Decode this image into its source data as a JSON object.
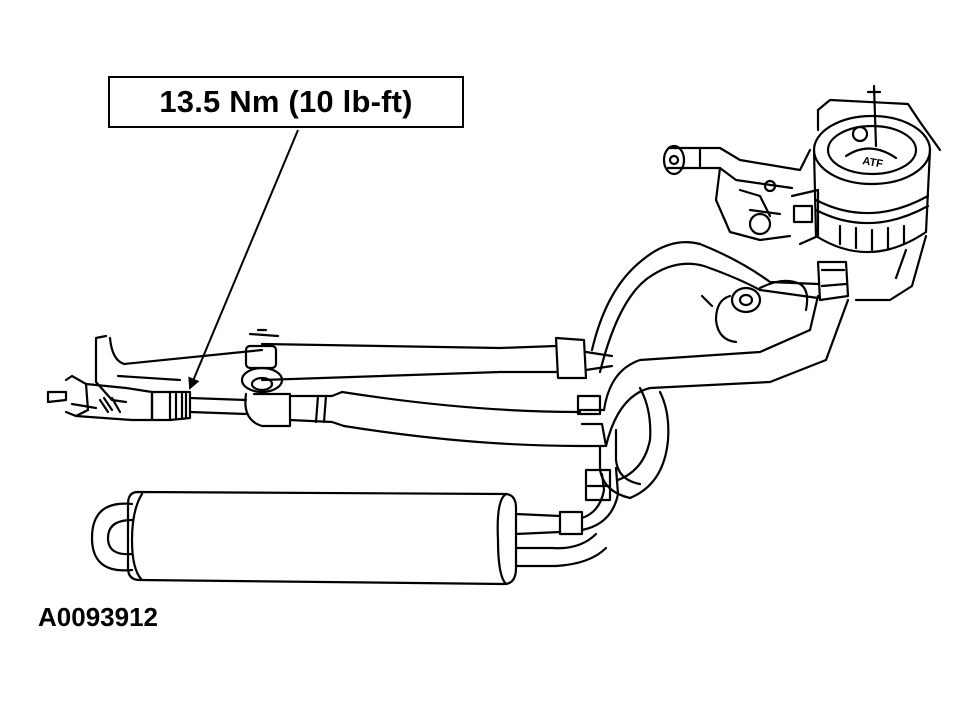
{
  "callout": {
    "torque_label": "13.5 Nm (10 lb-ft)"
  },
  "figure": {
    "id": "A0093912",
    "reservoir_marking": "ATF"
  },
  "colors": {
    "line": "#000000",
    "background": "#ffffff"
  },
  "icons": {
    "leader": "arrow-line",
    "reservoir": "fluid-reservoir-drawing",
    "cooler": "cooler-cylinder-drawing"
  }
}
